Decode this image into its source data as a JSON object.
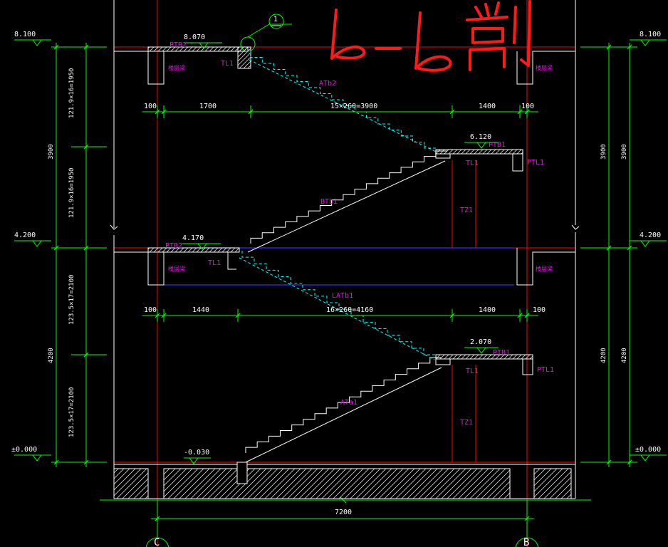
{
  "drawing": {
    "elevations": {
      "top": "8.100",
      "mid": "4.200",
      "base": "±0.000",
      "top_landing": "8.070",
      "mid_landing": "4.170",
      "floor_landing": "-0.030",
      "upper_half_landing": "6.120",
      "lower_half_landing": "2.070"
    },
    "dims": {
      "top_d100_left": "100",
      "top_d1700": "1700",
      "top_flight": "15×260=3900",
      "top_d1400": "1400",
      "top_d100_right": "100",
      "mid_d100_left": "100",
      "mid_d1440": "1440",
      "mid_flight": "16×260=4160",
      "mid_d1400": "1400",
      "mid_d100_right": "100",
      "bottom_total": "7200",
      "left_upper_riser_a": "121.9×16=1950",
      "left_upper_riser_b": "121.9×16=1950",
      "left_upper_total": "3900",
      "left_lower_riser_a": "123.5×17=2100",
      "left_lower_riser_b": "123.5×17=2100",
      "left_lower_total": "4200",
      "right_upper_a": "3900",
      "right_upper_b": "3900",
      "right_lower_a": "4200",
      "right_lower_b": "4200"
    },
    "labels": {
      "ptb2_top": "PTB2",
      "ptb2_mid": "PTB2",
      "tl1_top": "TL1",
      "tl1_mid": "TL1",
      "tl1_upper_right": "TL1",
      "tl1_lower_right": "TL1",
      "atb2": "ATb2",
      "btb1": "BTb1",
      "latb1": "LATb1",
      "ata1": "ATa1",
      "ptb1_upper": "PTB1",
      "ptb1_lower": "PTB1",
      "ptl1_upper": "PTL1",
      "ptl1_lower": "PTL1",
      "tz1_upper": "TZ1",
      "tz1_lower": "TZ1",
      "beam_tl_top": "楼层梁",
      "beam_tr_top": "楼层梁",
      "beam_tl_mid": "楼层梁",
      "beam_tr_mid": "楼层梁"
    },
    "section_mark": "1",
    "handwritten_title": "b-b 剖",
    "axis_left": "C",
    "axis_right": "B",
    "colors": {
      "background": "#000000",
      "grid": "#ff0000",
      "dimension": "#00ff00",
      "outline": "#ffffff",
      "text": "#ffffff",
      "label": "#ff00ff",
      "hidden_flight": "#00ffff",
      "slab_lines": "#0000ff",
      "handwriting": "#ff0000"
    }
  }
}
